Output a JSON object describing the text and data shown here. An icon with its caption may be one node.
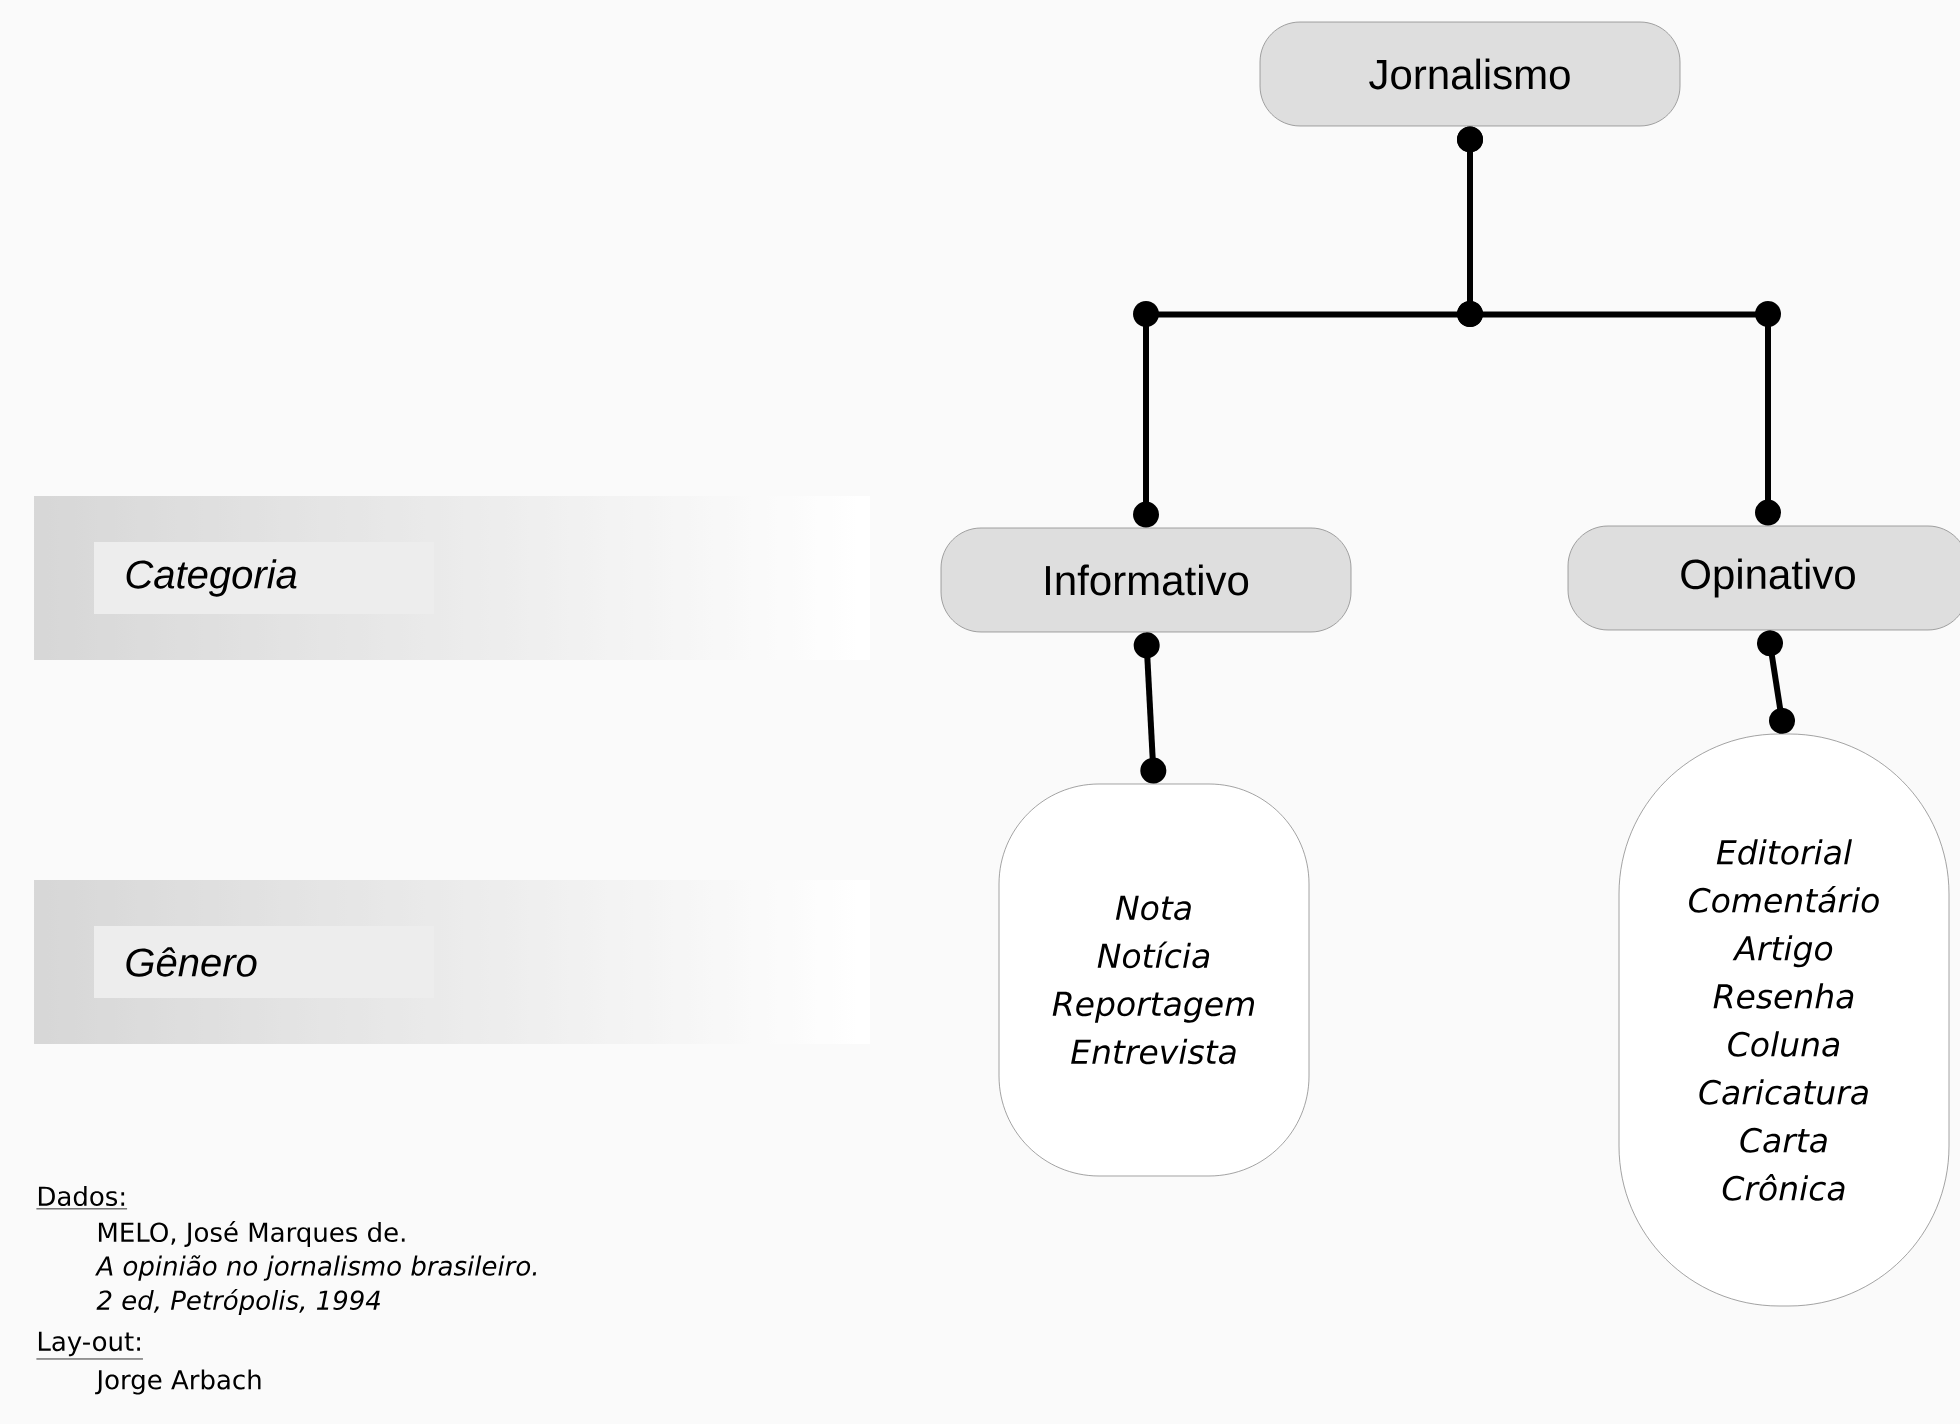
{
  "diagram": {
    "nodes": [
      {
        "text": [
          "Jornalismo"
        ]
      },
      {
        "text": [
          "Informativo"
        ]
      },
      {
        "text": [
          "Opinativo"
        ]
      },
      {
        "text": [
          "Nota",
          "Notícia",
          "Reportagem",
          "Entrevista"
        ]
      },
      {
        "text": [
          "Editorial",
          "Comentário",
          "Artigo",
          "Resenha",
          "Coluna",
          "Caricatura",
          "Carta",
          "Crônica"
        ]
      },
      {
        "text": [
          "Categoria"
        ]
      },
      {
        "text": [
          "Gênero"
        ]
      }
    ],
    "edges": [
      {
        "from": 0,
        "to": 1,
        "arrow": "other"
      },
      {
        "from": 0,
        "to": 2,
        "arrow": "other"
      },
      {
        "from": 1,
        "to": 3,
        "arrow": "other"
      },
      {
        "from": 2,
        "to": 4,
        "arrow": "other"
      }
    ],
    "labels": [
      "Dados:",
      "MELO, José Marques de.",
      "A opinião no jornalismo brasileiro.",
      "2 ed, Petrópolis, 1994",
      "Lay-out:",
      "Jorge Arbach"
    ]
  }
}
